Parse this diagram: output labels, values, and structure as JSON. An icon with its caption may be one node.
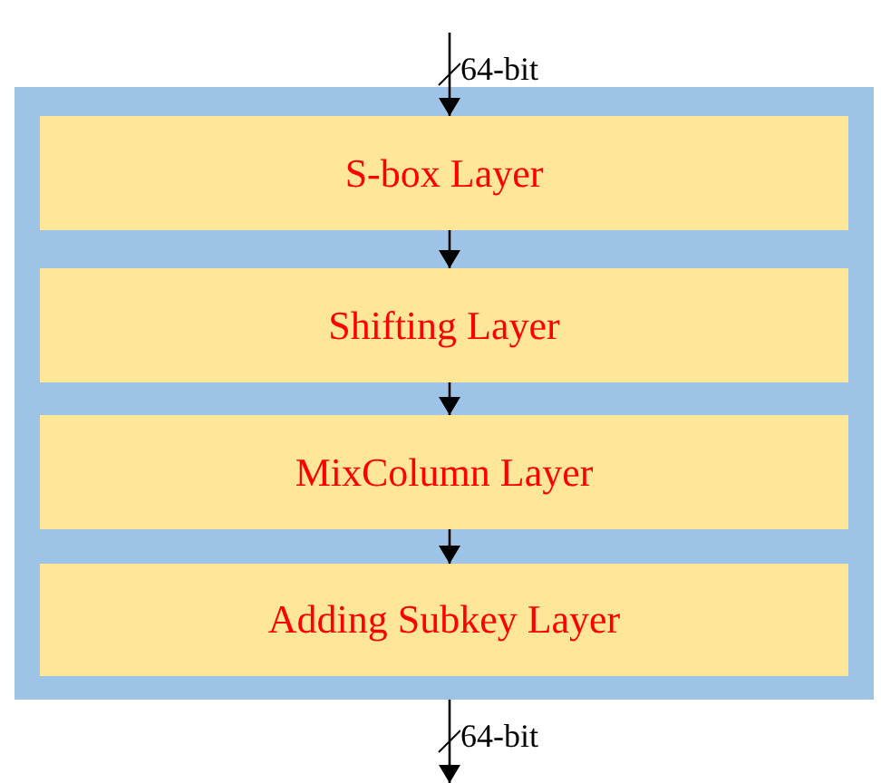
{
  "diagram": {
    "nodes": [
      {
        "text": [],
        "shape": "box"
      },
      {
        "text": [
          "S-box Layer"
        ],
        "in": 0
      },
      {
        "text": [
          "Shifting Layer"
        ],
        "in": 0
      },
      {
        "text": [
          "MixColumn Layer"
        ],
        "in": 0
      },
      {
        "text": [
          "Adding Subkey Layer"
        ],
        "in": 0
      }
    ],
    "edges": [
      {
        "from": null,
        "to": 1,
        "arrow": "to",
        "label": "64-bit"
      },
      {
        "from": 1,
        "to": 2,
        "arrow": "to"
      },
      {
        "from": 2,
        "to": 3,
        "arrow": "to"
      },
      {
        "from": 3,
        "to": 4,
        "arrow": "to"
      },
      {
        "from": 0,
        "to": null,
        "arrow": "to",
        "label": "64-bit"
      }
    ]
  }
}
